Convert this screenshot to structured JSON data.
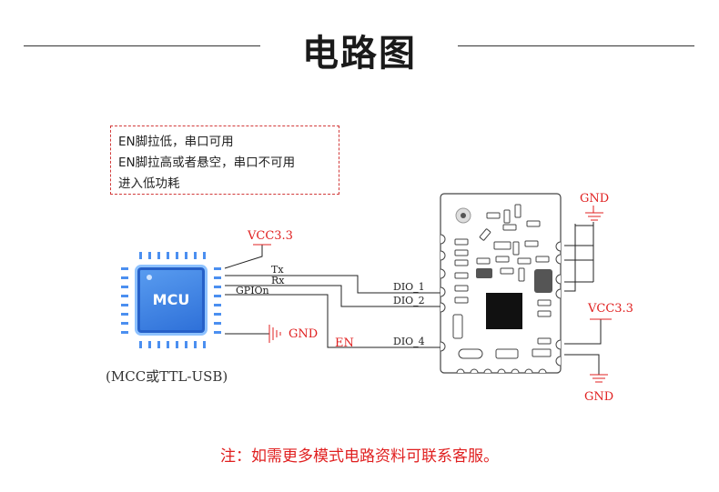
{
  "title": "电路图",
  "note": {
    "line1": "EN脚拉低，串口可用",
    "line2": "EN脚拉高或者悬空，串口不可用",
    "line3": "进入低功耗"
  },
  "mcu": {
    "chip_label": "MCU",
    "caption": "(MCC或TTL-USB)",
    "vcc_label": "VCC3.3",
    "gnd_label": "GND",
    "pins": {
      "tx": "Tx",
      "rx": "Rx",
      "gpio": "GPIOn",
      "en": "EN"
    }
  },
  "module": {
    "pin1": "DIO_1",
    "pin2": "DIO_2",
    "pin4": "DIO_4",
    "gnd_top": "GND",
    "vcc": "VCC3.3",
    "gnd_bottom": "GND"
  },
  "footnote": "注：如需更多模式电路资料可联系客服。",
  "colors": {
    "accent_red": "#e02020",
    "chip_blue": "#3a80e6",
    "pin_blue": "#4b8ff0",
    "wire": "#222222"
  }
}
